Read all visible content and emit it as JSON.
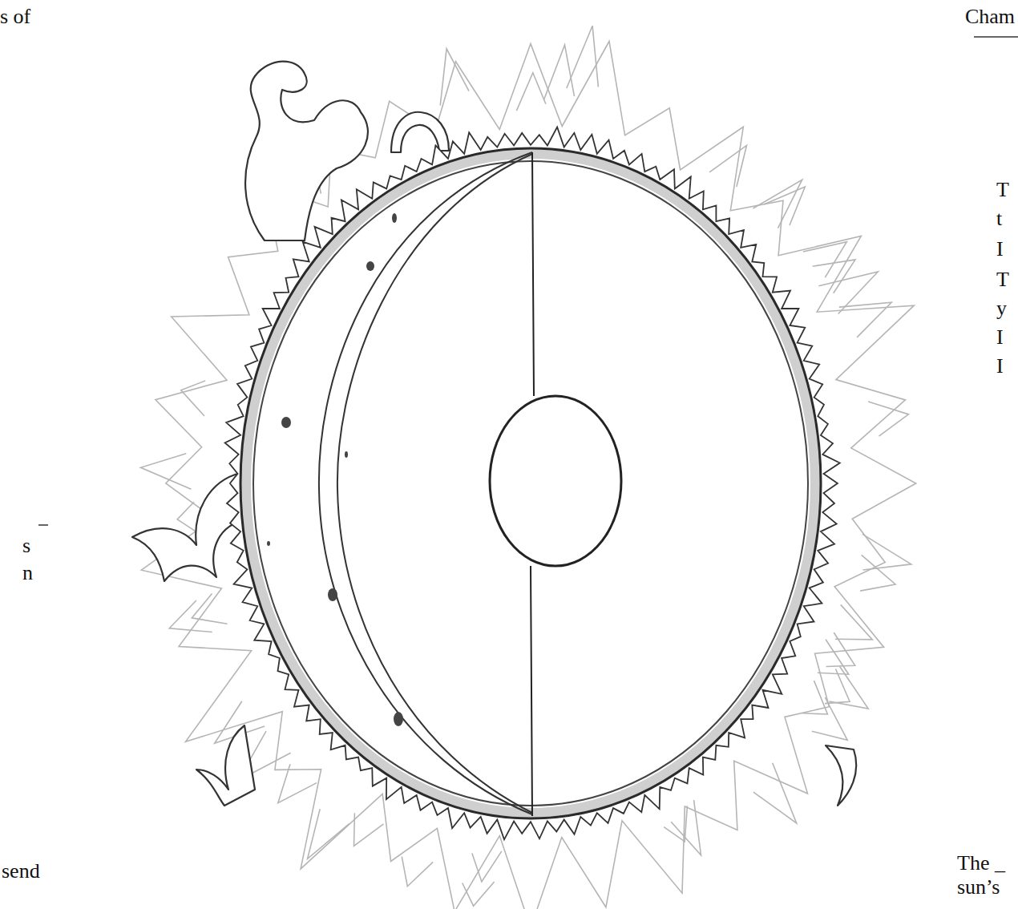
{
  "diagram": {
    "labels": [
      "s of",
      "Cham",
      "T",
      "t",
      "I",
      "T",
      "y",
      "I",
      "I",
      "s",
      "n",
      "send",
      "The _",
      "sun’s"
    ]
  }
}
